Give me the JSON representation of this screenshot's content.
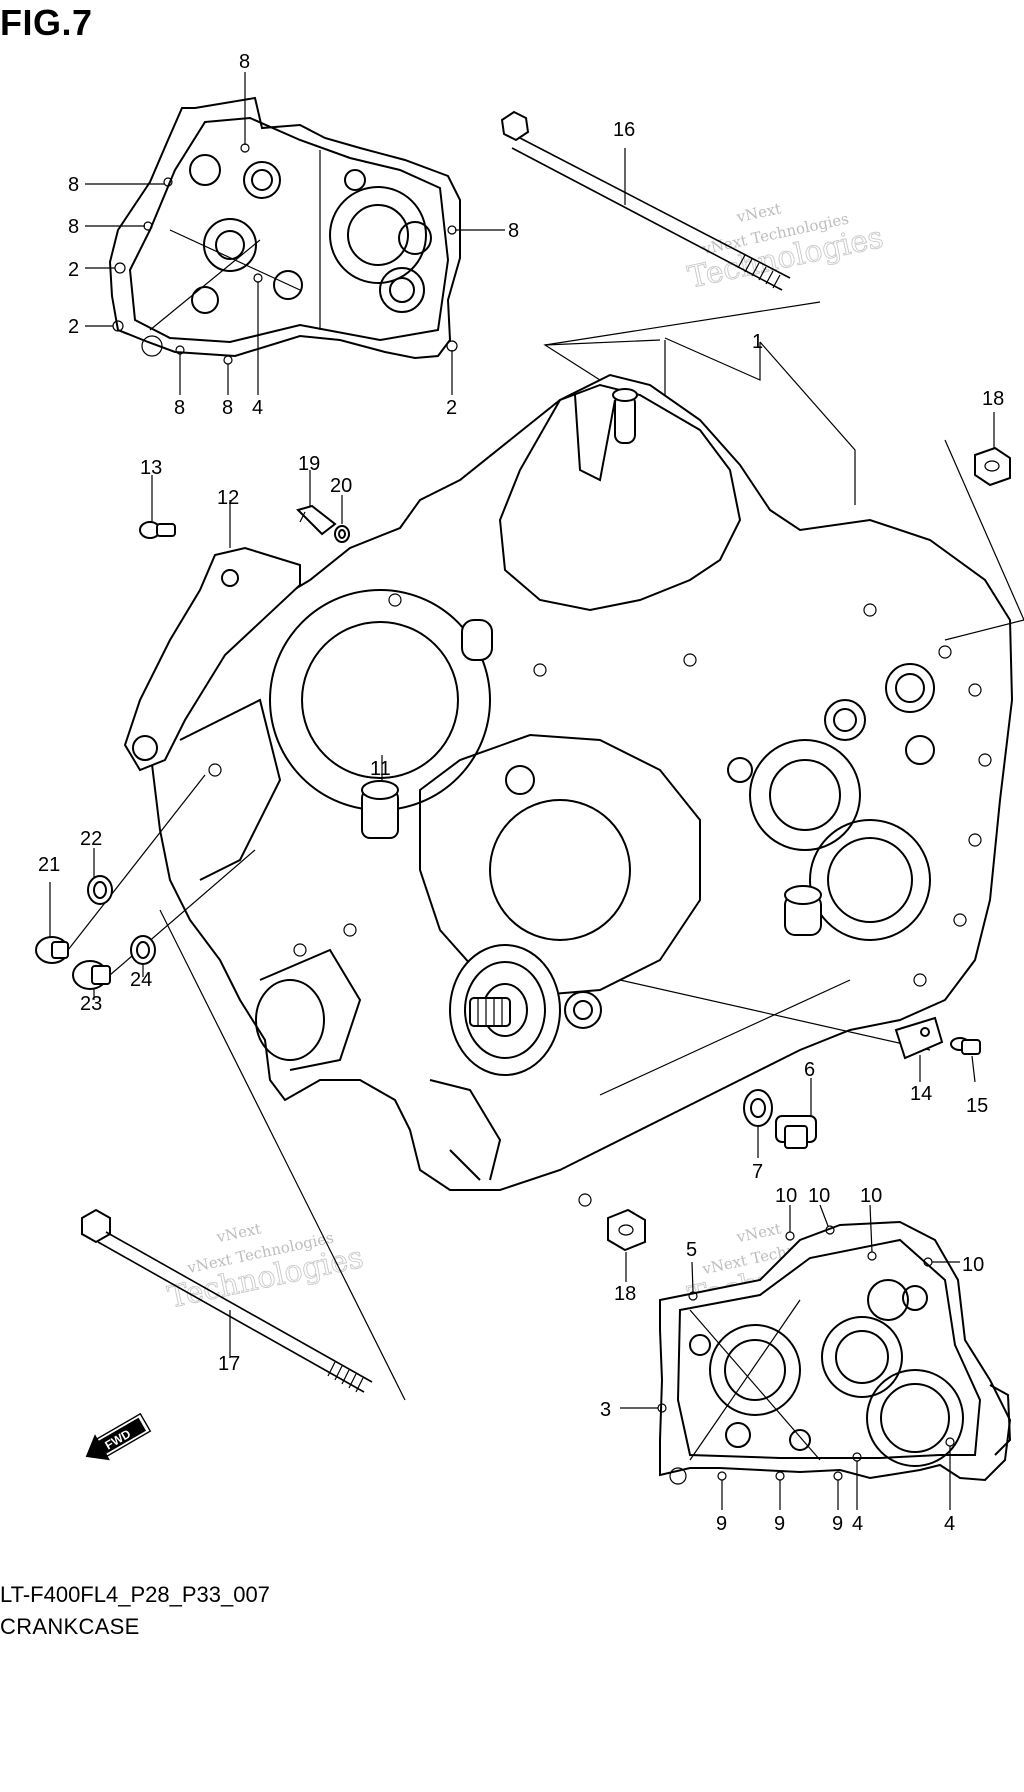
{
  "figure": {
    "title": "FIG.7",
    "code": "LT-F400FL4_P28_P33_007",
    "caption": "CRANKCASE",
    "fwd_label": "FWD"
  },
  "watermark": {
    "line1": "vNext",
    "line2": "vNext Technologies",
    "line3": "Technologies"
  },
  "callouts": [
    {
      "id": "c-8a",
      "label": "8"
    },
    {
      "id": "c-8b",
      "label": "8"
    },
    {
      "id": "c-8c",
      "label": "8"
    },
    {
      "id": "c-8d",
      "label": "8"
    },
    {
      "id": "c-2a",
      "label": "2"
    },
    {
      "id": "c-2b",
      "label": "2"
    },
    {
      "id": "c-8e",
      "label": "8"
    },
    {
      "id": "c-8f",
      "label": "8"
    },
    {
      "id": "c-4a",
      "label": "4"
    },
    {
      "id": "c-2c",
      "label": "2"
    },
    {
      "id": "c-16",
      "label": "16"
    },
    {
      "id": "c-1",
      "label": "1"
    },
    {
      "id": "c-18a",
      "label": "18"
    },
    {
      "id": "c-13",
      "label": "13"
    },
    {
      "id": "c-12",
      "label": "12"
    },
    {
      "id": "c-19",
      "label": "19"
    },
    {
      "id": "c-20",
      "label": "20"
    },
    {
      "id": "c-11",
      "label": "11"
    },
    {
      "id": "c-22",
      "label": "22"
    },
    {
      "id": "c-21",
      "label": "21"
    },
    {
      "id": "c-23",
      "label": "23"
    },
    {
      "id": "c-24",
      "label": "24"
    },
    {
      "id": "c-6",
      "label": "6"
    },
    {
      "id": "c-14",
      "label": "14"
    },
    {
      "id": "c-15",
      "label": "15"
    },
    {
      "id": "c-7",
      "label": "7"
    },
    {
      "id": "c-10a",
      "label": "10"
    },
    {
      "id": "c-10b",
      "label": "10"
    },
    {
      "id": "c-10c",
      "label": "10"
    },
    {
      "id": "c-10d",
      "label": "10"
    },
    {
      "id": "c-5",
      "label": "5"
    },
    {
      "id": "c-18b",
      "label": "18"
    },
    {
      "id": "c-17",
      "label": "17"
    },
    {
      "id": "c-3",
      "label": "3"
    },
    {
      "id": "c-9a",
      "label": "9"
    },
    {
      "id": "c-9b",
      "label": "9"
    },
    {
      "id": "c-9c",
      "label": "9"
    },
    {
      "id": "c-4b",
      "label": "4"
    },
    {
      "id": "c-4c",
      "label": "4"
    }
  ]
}
